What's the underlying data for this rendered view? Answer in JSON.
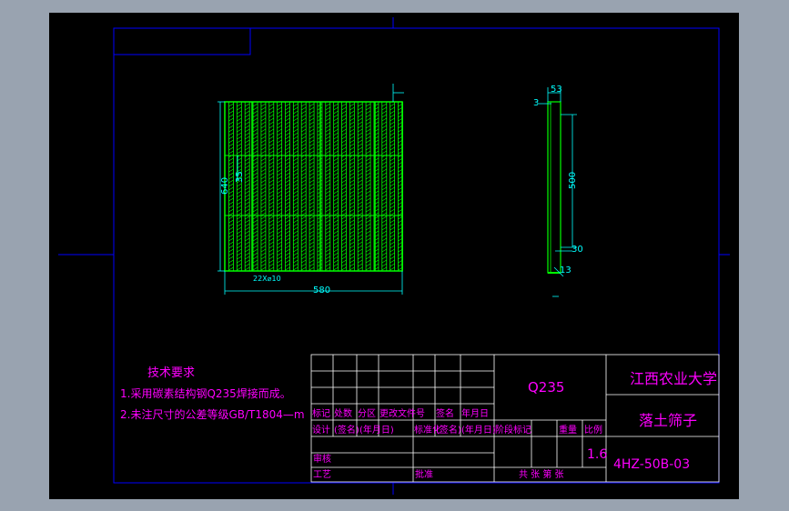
{
  "tech_requirements": {
    "title": "技术要求",
    "lines": [
      "1.采用碳素结构钢Q235焊接而成。",
      "2.未注尺寸的公差等级GB/T1804—m"
    ]
  },
  "title_block": {
    "material": "Q235",
    "school": "江西农业大学",
    "part_name": "落土筛子",
    "drawing_number": "4HZ-50B-03",
    "scale_value": "1.6",
    "header_row": [
      "标记",
      "处数",
      "分区",
      "更改文件号",
      "签名",
      "年月日"
    ],
    "design_row": [
      "设计",
      "(签名)",
      "(年月日)",
      "标准化",
      "(签名)",
      "(年月日)"
    ],
    "stage_labels": [
      "阶段标记",
      "重量",
      "比例"
    ],
    "review_label": "审核",
    "process_label": "工艺",
    "approve_label": "批准",
    "sheet_label": "共  张 第  张"
  },
  "dimensions": {
    "front_height": "640",
    "front_spacing": "35",
    "front_width": "580",
    "front_bars": "22X⌀10",
    "side_top": "53",
    "side_thickness": "3",
    "side_length": "500",
    "side_bottom": "30",
    "side_foot": "13"
  },
  "colors": {
    "frame": "#0000ff",
    "text": "#ff00ff",
    "dimension": "#00ffff",
    "part": "#00ff00",
    "background": "#000000"
  }
}
